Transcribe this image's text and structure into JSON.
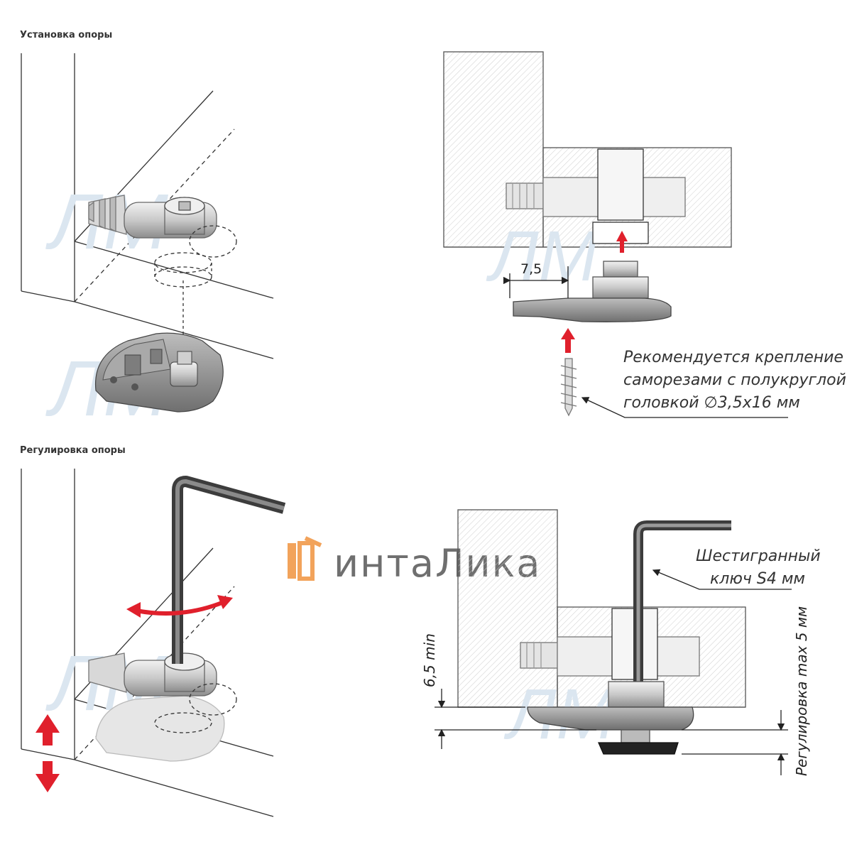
{
  "sections": {
    "install_title": "Установка опоры",
    "adjust_title": "Регулировка опоры"
  },
  "dimensions": {
    "offset": "7,5",
    "min_height": "6,5 min",
    "adjust_range": "Регулировка max 5 мм"
  },
  "notes": {
    "screw_line1": "Рекомендуется крепление",
    "screw_line2": "саморезами с полукруглой",
    "screw_line3": "головкой ∅3,5х16 мм",
    "key_line1": "Шестигранный",
    "key_line2": "ключ S4 мм"
  },
  "watermark": {
    "brand_text": "интаЛика"
  },
  "colors": {
    "accent_red": "#e0202c",
    "logo_orange": "#f2a35b",
    "hatch": "#c8c8c8",
    "line": "#333333"
  }
}
